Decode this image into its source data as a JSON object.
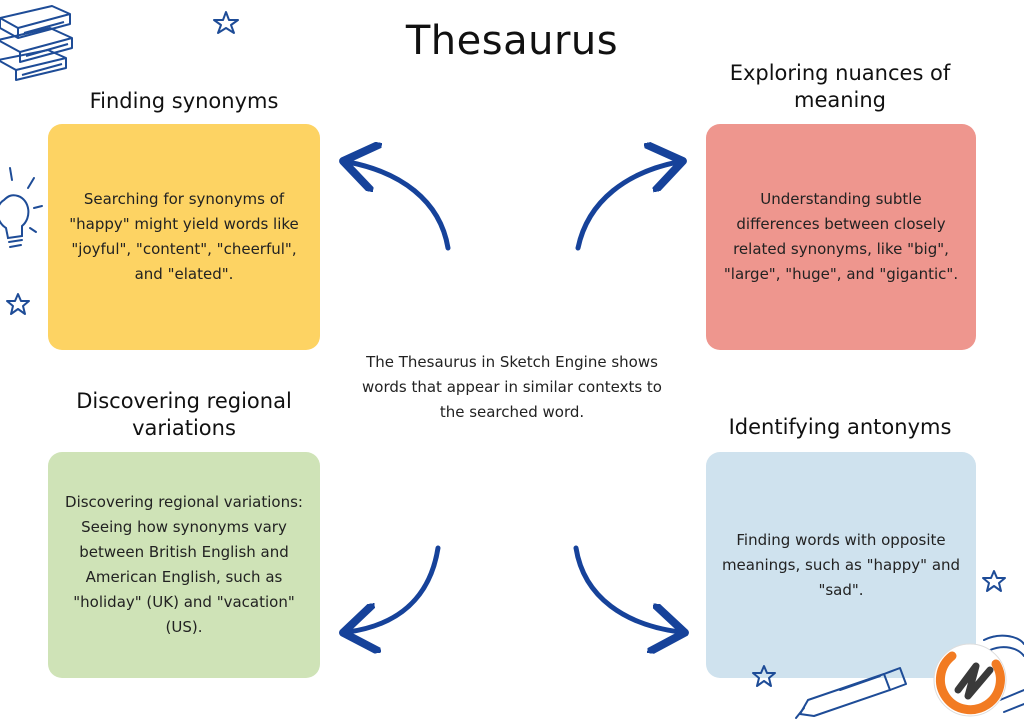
{
  "title": "Thesaurus",
  "center_text": "The Thesaurus in Sketch Engine shows words that appear in similar contexts to the searched word.",
  "sections": {
    "synonyms": {
      "heading": "Finding synonyms",
      "text": "Searching for synonyms of \"happy\" might yield words like \"joyful\", \"content\", \"cheerful\", and \"elated\".",
      "color": "#FDD363"
    },
    "nuances": {
      "heading": "Exploring nuances of meaning",
      "text": "Understanding subtle differences between closely related synonyms, like \"big\", \"large\", \"huge\", and \"gigantic\".",
      "color": "#EE968E"
    },
    "regional": {
      "heading": "Discovering regional variations",
      "text": "Discovering regional variations: Seeing how synonyms vary between British English and American English, such as \"holiday\" (UK) and \"vacation\" (US).",
      "color": "#CFE3B7"
    },
    "antonyms": {
      "heading": "Identifying antonyms",
      "text": "Finding words with opposite meanings, such as \"happy\" and \"sad\".",
      "color": "#CFE2EE"
    }
  },
  "colors": {
    "arrow": "#16429A",
    "doodle": "#1E4C97",
    "logo_orange": "#F27B22",
    "logo_dark": "#3A3A3A"
  },
  "icons": [
    "books-icon",
    "star-icon",
    "lightbulb-icon",
    "pen-icon",
    "notebook-icon",
    "sketch-engine-logo"
  ]
}
